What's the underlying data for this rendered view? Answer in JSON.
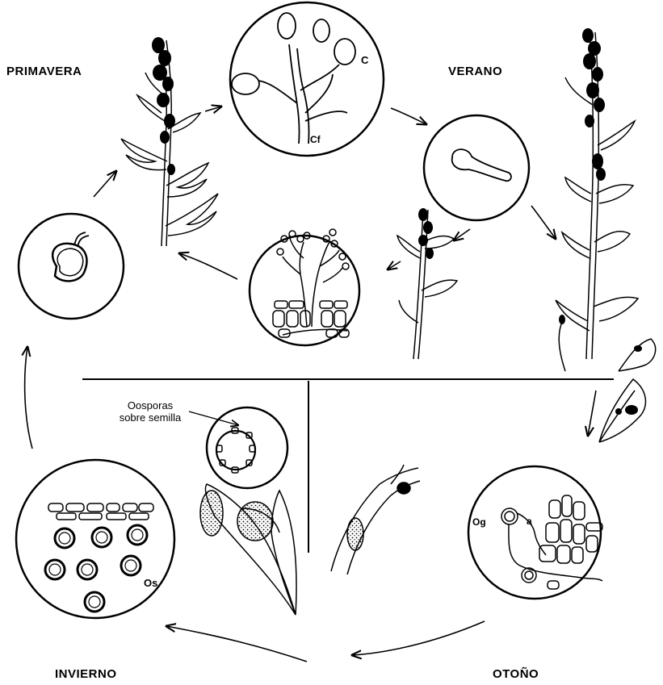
{
  "seasons": {
    "spring": "PRIMAVERA",
    "summer": "VERANO",
    "autumn": "OTOÑO",
    "winter": "INVIERNO"
  },
  "annotations": {
    "oospores_on_seed_line1": "Oosporas",
    "oospores_on_seed_line2": "sobre semilla"
  },
  "labels": {
    "conidia": "C",
    "conidiophore": "Cf",
    "oogonium": "Og",
    "antheridium": "a",
    "oospores": "Os"
  }
}
